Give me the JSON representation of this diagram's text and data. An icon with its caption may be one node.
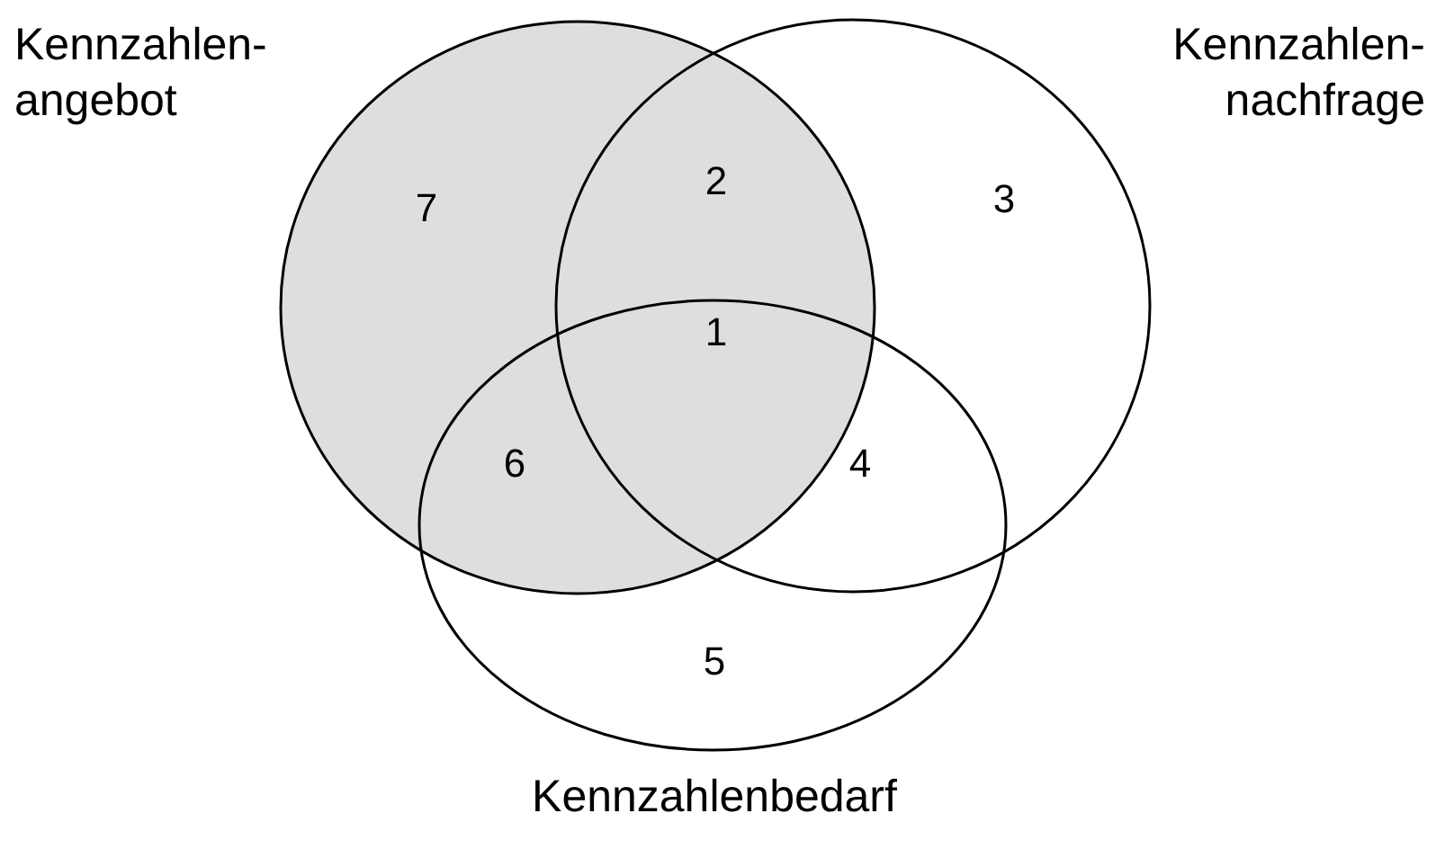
{
  "diagram": {
    "nodes": [
      {
        "text": [
          "Kennzahlen- angebot"
        ]
      },
      {
        "text": [
          "Kennzahlen- nachfrage"
        ]
      },
      {
        "text": [
          "Kennzahlenbedarf"
        ]
      }
    ],
    "labels": [
      "7",
      "2",
      "3",
      "1",
      "6",
      "4",
      "5"
    ]
  }
}
